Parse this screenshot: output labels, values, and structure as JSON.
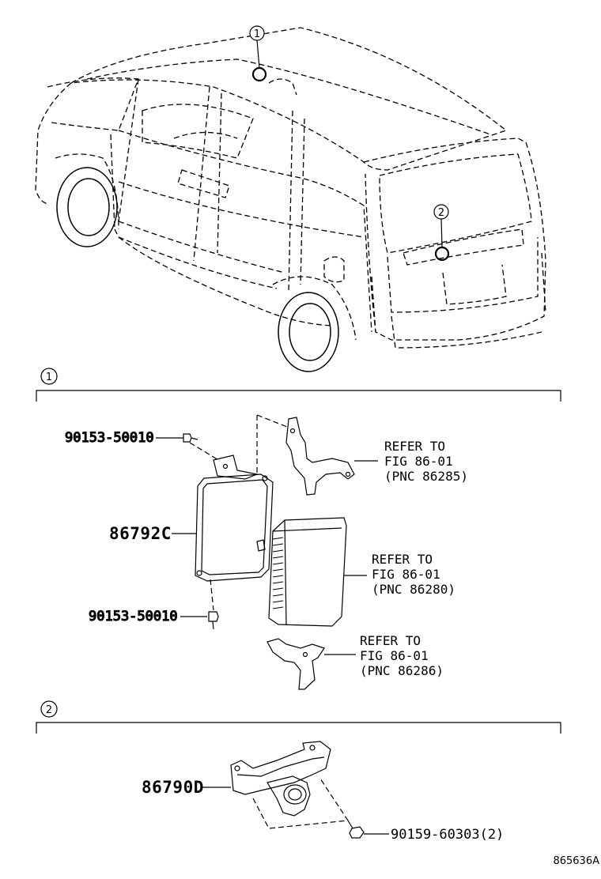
{
  "callouts": {
    "car_marker_1": "1",
    "car_marker_2": "2",
    "section_1": "1",
    "section_2": "2"
  },
  "section1": {
    "bolt_top": "90153-50010",
    "unit_part": "86792C",
    "bolt_bottom": "90153-50010",
    "refs": [
      {
        "l1": "REFER TO",
        "l2": "FIG 86-01",
        "l3": "(PNC 86285)"
      },
      {
        "l1": "REFER TO",
        "l2": "FIG 86-01",
        "l3": "(PNC 86280)"
      },
      {
        "l1": "REFER TO",
        "l2": "FIG 86-01",
        "l3": "(PNC 86286)"
      }
    ]
  },
  "section2": {
    "camera_part": "86790D",
    "screw_part": "90159-60303(2)"
  },
  "figure_code": "865636A"
}
